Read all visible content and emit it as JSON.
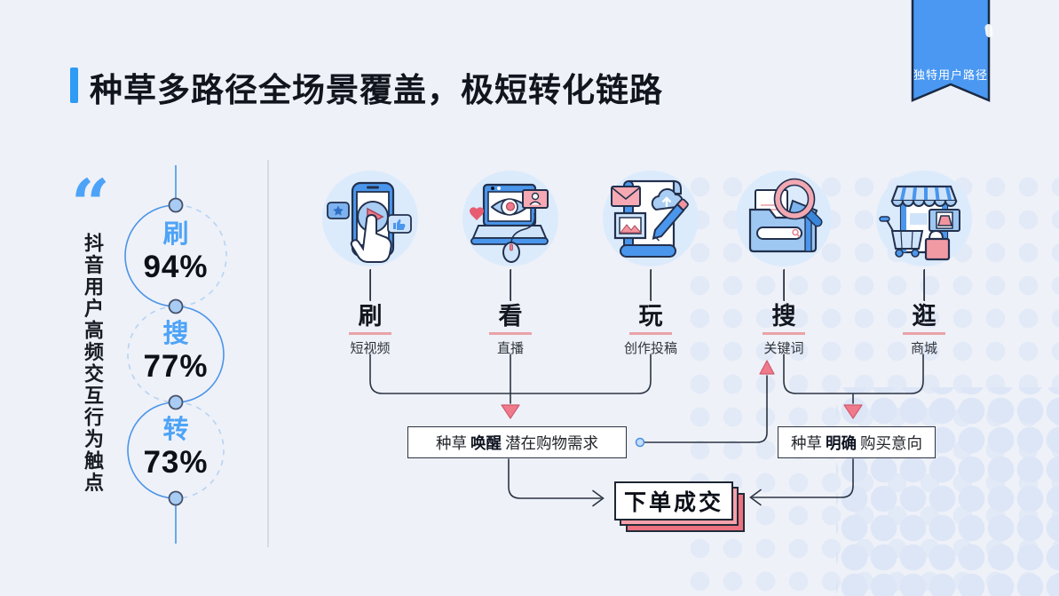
{
  "colors": {
    "accent": "#2E9BF4",
    "ribbon": "#4A98F2",
    "ink": "#1D2433",
    "line": "#2B3442",
    "bluetext": "#4DA3F7",
    "pink": "#F0798B",
    "bg": "#EEF1F8"
  },
  "header": {
    "title": "种草多路径全场景覆盖，极短转化链路"
  },
  "ribbon": {
    "label": "独特用户路径"
  },
  "left_panel": {
    "quote_icon": "“",
    "vertical_caption": "抖音用户高频交互行为触点",
    "stats": [
      {
        "label": "刷",
        "value": "94%"
      },
      {
        "label": "搜",
        "value": "77%"
      },
      {
        "label": "转",
        "value": "73%"
      }
    ]
  },
  "paths": {
    "items": [
      {
        "icon": "phone-swipe-icon",
        "action": "刷",
        "channel": "短视频"
      },
      {
        "icon": "laptop-live-icon",
        "action": "看",
        "channel": "直播"
      },
      {
        "icon": "scroll-create-icon",
        "action": "玩",
        "channel": "创作投稿"
      },
      {
        "icon": "folder-search-icon",
        "action": "搜",
        "channel": "关键词"
      },
      {
        "icon": "shop-icon",
        "action": "逛",
        "channel": "商城"
      }
    ]
  },
  "flow": {
    "awaken_box": {
      "prefix": "种草",
      "bold": "唤醒",
      "suffix": "潜在购物需求"
    },
    "intent_box": {
      "prefix": "种草",
      "bold": "明确",
      "suffix": "购买意向"
    },
    "order_box": {
      "label": "下单成交"
    }
  }
}
